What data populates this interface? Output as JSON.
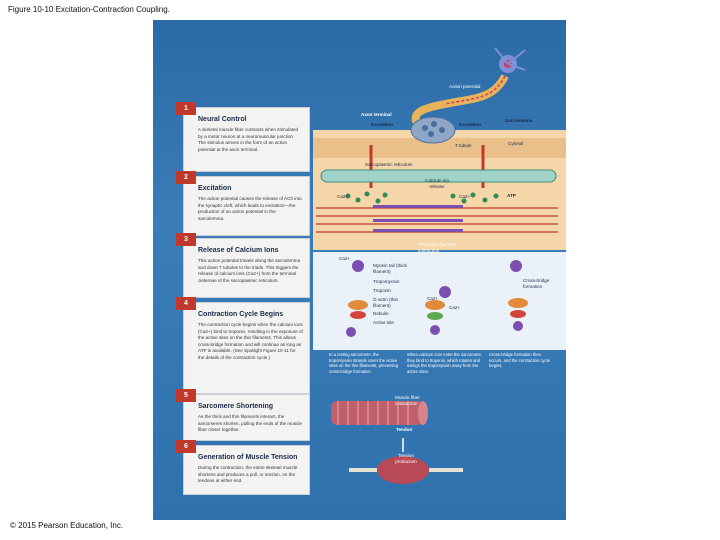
{
  "figure_title": "Figure 10-10 Excitation-Contraction Coupling.",
  "copyright": "© 2015 Pearson Education, Inc.",
  "steps": [
    {
      "num": "1",
      "title": "Neural Control",
      "body": "A skeletal muscle fiber contracts when stimulated by a motor neuron at a neuromuscular junction. The stimulus arrives in the form of an action potential at the axon terminal."
    },
    {
      "num": "2",
      "title": "Excitation",
      "body": "The action potential causes the release of ACh into the synaptic cleft, which leads to excitation—the production of an action potential in the sarcolemma."
    },
    {
      "num": "3",
      "title": "Release of Calcium Ions",
      "body": "This action potential travels along the sarcolemma and down T tubules to the triads. This triggers the release of calcium ions (Ca2+) from the terminal cisternae of the sarcoplasmic reticulum."
    },
    {
      "num": "4",
      "title": "Contraction Cycle Begins",
      "body": "The contraction cycle begins when the calcium ions (Ca2+) bind to troponin, resulting in the exposure of the active sites on the thin filaments. This allows cross-bridge formation and will continue as long as ATP is available. (See Spotlight Figure 10-11 for the details of the contraction cycle.)"
    },
    {
      "num": "5",
      "title": "Sarcomere Shortening",
      "body": "As the thick and thin filaments interact, the sarcomeres shorten, pulling the ends of the muscle fiber closer together."
    },
    {
      "num": "6",
      "title": "Generation of Muscle Tension",
      "body": "During the contraction, the entire skeletal muscle shortens and produces a pull, or tension, on the tendons at either end."
    }
  ],
  "labels": {
    "action_potential": "Action potential",
    "axon_terminal": "Axon terminal",
    "excitation_left": "Excitation",
    "excitation_right": "Excitation",
    "sarcolemma": "Sarcolemma",
    "t_tubule": "T tubule",
    "cytosol": "Cytosol",
    "sarcoplasmic_reticulum": "Sarcoplasmic reticulum",
    "calcium_ion_release": "Calcium ion release",
    "ca_left": "Ca2+",
    "ca_right": "Ca2+",
    "atp": "ATP",
    "thick_thin_interaction": "Thick-thin filament interaction",
    "ca_small": "Ca2+",
    "myosin_tail": "Myosin tail (thick filament)",
    "tropomyosin": "Tropomyosin",
    "troponin": "Troponin",
    "g_actin": "G-actin (thin filament)",
    "nebulin": "Nebulin",
    "active_site": "Active site",
    "ca_b1": "Ca2+",
    "ca_b2": "Ca2+",
    "cross_bridge_formation": "Cross-bridge formation",
    "muscle_fiber_contraction": "Muscle fiber contraction",
    "tendon": "Tendon",
    "tension_production": "Tension production"
  },
  "captions": {
    "resting": "In a resting sarcomere, the tropomyosin strands cover the active sites on the thin filaments, preventing cross-bridge formation.",
    "calcium_enters": "When calcium ions enter the sarcomere, they bind to troponin, which rotates and swings the tropomyosin away from the active sites.",
    "cross_bridge": "Cross-bridge formation then occurs, and the contraction cycle begins."
  },
  "colors": {
    "background": "#2f6fa8",
    "card": "#f3f4f2",
    "step_badge": "#c0392b",
    "neuron": "#6a5acd",
    "calcium": "#2e8b57",
    "myosin": "#7b4fb0",
    "actin": "#e08a3a",
    "muscle": "#c0606b"
  }
}
